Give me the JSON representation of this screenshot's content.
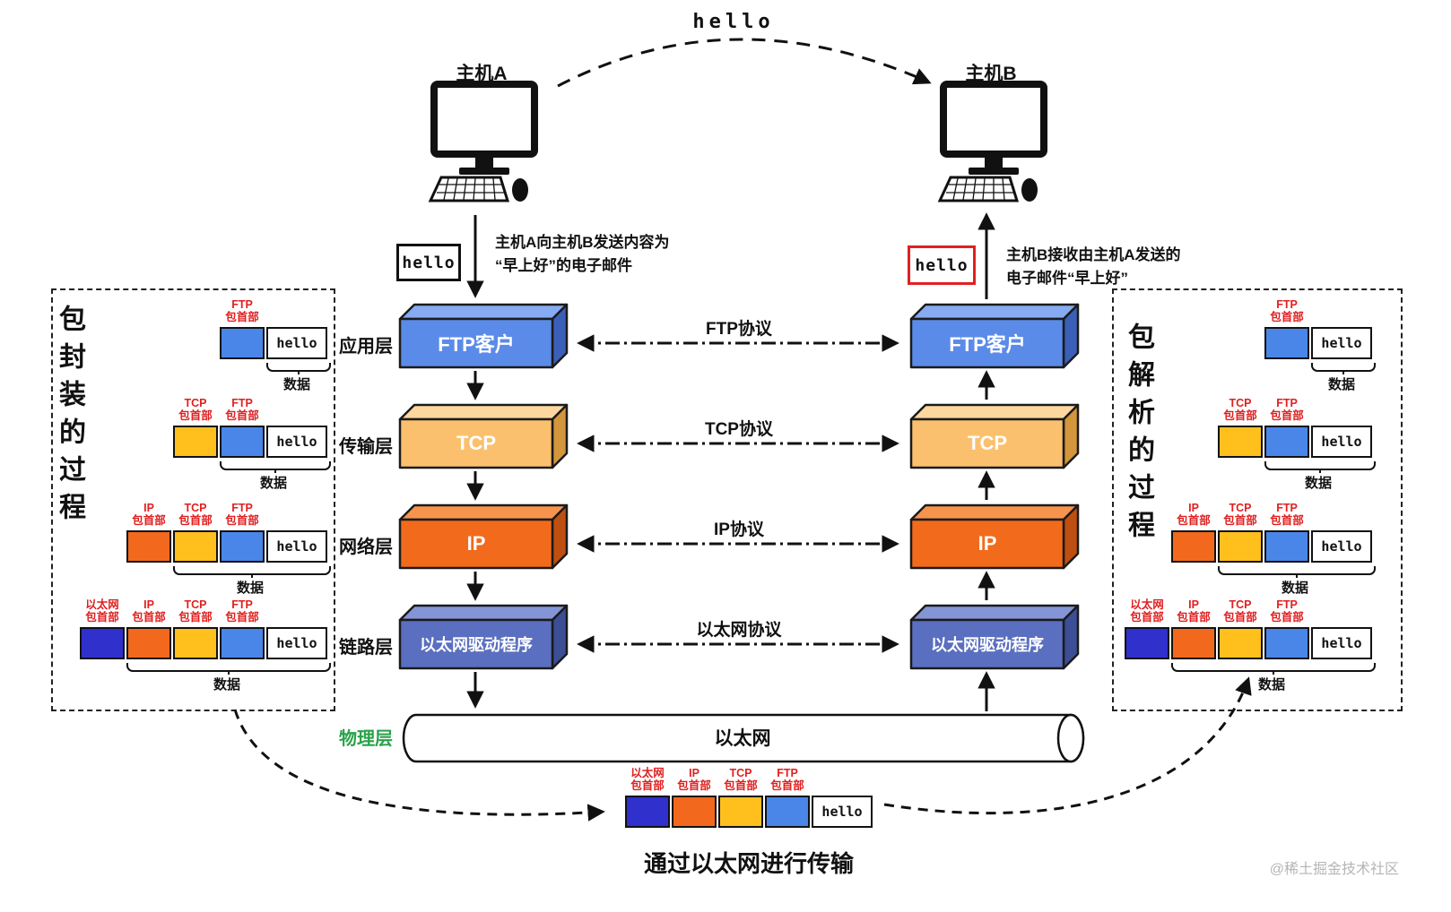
{
  "top": {
    "hello": "hello"
  },
  "host_a": {
    "name": "主机A",
    "hello": "hello",
    "note": "主机A向主机B发送内容为\n“早上好”的电子邮件"
  },
  "host_b": {
    "name": "主机B",
    "hello": "hello",
    "note": "主机B接收由主机A发送的\n电子邮件“早上好”"
  },
  "stack_a": {
    "boxes": [
      "FTP客户",
      "TCP",
      "IP",
      "以太网驱动程序"
    ]
  },
  "stack_b": {
    "boxes": [
      "FTP客户",
      "TCP",
      "IP",
      "以太网驱动程序"
    ]
  },
  "layer_labels": [
    "应用层",
    "传输层",
    "网络层",
    "链路层"
  ],
  "protocols": [
    "FTP协议",
    "TCP协议",
    "IP协议",
    "以太网协议"
  ],
  "physical_label": "物理层",
  "ethernet_label": "以太网",
  "encap_title": "包封装的过程",
  "decap_title": "包解析的过程",
  "headers": {
    "ftp": "FTP\n包首部",
    "tcp": "TCP\n包首部",
    "ip": "IP\n包首部",
    "eth": "以太网\n包首部"
  },
  "payload": "hello",
  "data_label": "数据",
  "bottom_caption": "通过以太网进行传输",
  "watermark": "@稀土掘金技术社区",
  "colors": {
    "ftp_header": "#4a86e8",
    "tcp_header": "#ffc01e",
    "ip_header": "#f2691d",
    "eth_header": "#3030cc",
    "label_red": "#e02020",
    "physical_green": "#2aa24a"
  }
}
